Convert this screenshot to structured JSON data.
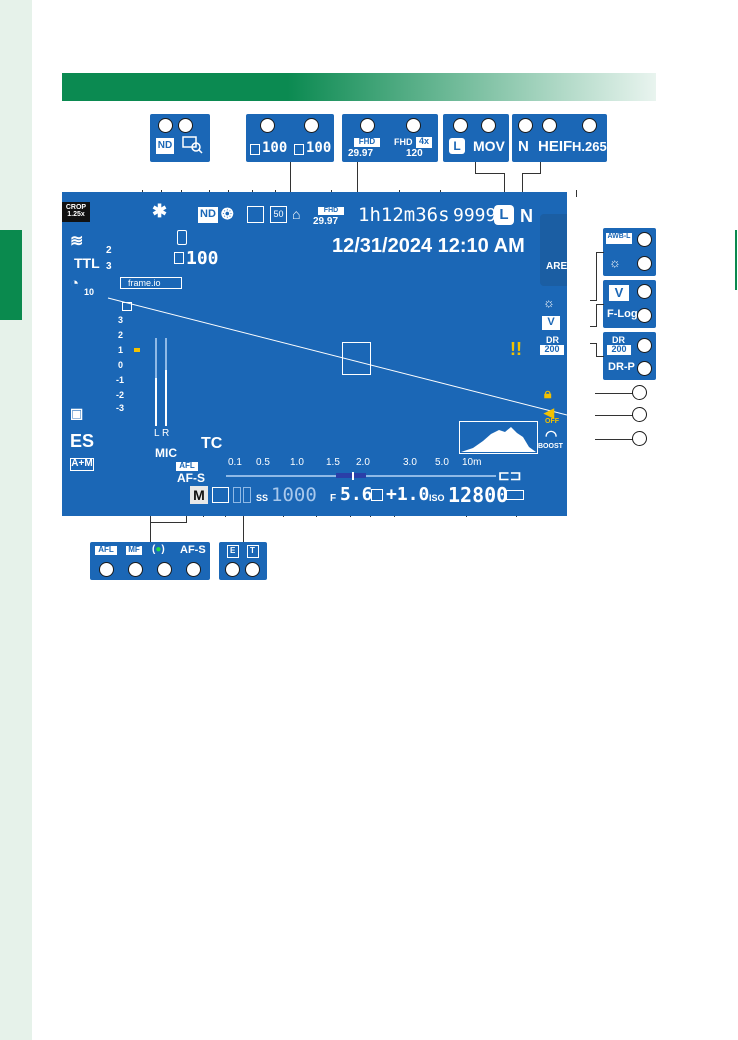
{
  "lcd": {
    "crop": "CROP",
    "crop_factor": "1.25x",
    "nd": "ND",
    "frames": "100",
    "fhd": "FHD",
    "fps": "29.97",
    "rec_time": "1h12m36s",
    "shots": "9999",
    "size": "L",
    "quality": "N",
    "date_time": "12/31/2024 12:10 AM",
    "flash": "TTL",
    "flash_comp_top": "2",
    "flash_comp_bottom": "3",
    "timer": "10",
    "frameio": "frame.io",
    "shutter": "ES",
    "am": "A+M",
    "mic": "MIC",
    "mic_lr": "L R",
    "tc": "TC",
    "afl": "AFL",
    "afs": "AF-S",
    "mode": "M",
    "ss": "SS",
    "shutter_speed": "1000",
    "f": "F",
    "aperture": "5.6",
    "ev": "+1.0",
    "iso_label": "ISO",
    "iso": "12800",
    "area_label": "AREA",
    "dr": "DR",
    "dr_val": "200",
    "boost": "BOOST",
    "off": "OFF"
  },
  "exposure_scale": [
    "3",
    "2",
    "1",
    "0",
    "-1",
    "-2",
    "-3"
  ],
  "distance_scale": [
    "0.1",
    "0.5",
    "1.0",
    "1.5",
    "2.0",
    "3.0",
    "5.0",
    "10m"
  ],
  "callouts": {
    "nd_top": "ND",
    "frames_a": "100",
    "frames_b": "100",
    "fhd_a": "FHD",
    "fps_a": "29.97",
    "fhd_b": "FHD",
    "fhd_4x": "4x",
    "fps_b": "120",
    "mov": "MOV",
    "size_l": "L",
    "quality_n": "N",
    "heif": "HEIF",
    "h265": "H.265",
    "awb": "AWB-L",
    "flog": "F-Log",
    "dr_top": "DR",
    "dr_top_val": "200",
    "drp": "DR-P",
    "afl_b": "AFL",
    "mf_b": "MF",
    "afs_b": "AF-S",
    "el": "E",
    "tl": "T"
  }
}
